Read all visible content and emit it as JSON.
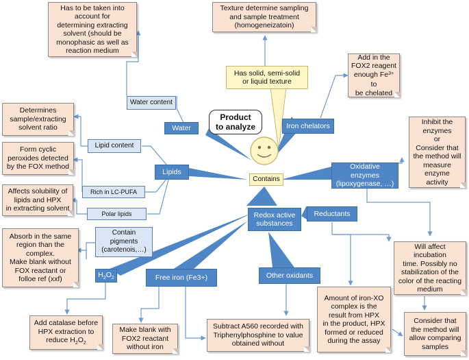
{
  "center": {
    "title": "Product\nto analyze",
    "hub": "Contains",
    "texture": "Has solid, semi-solid\nor liquid texture"
  },
  "branches": {
    "water": "Water",
    "water_content": "Water content",
    "lipids": "Lipids",
    "lipid_content": "Lipid content",
    "rich_lcpufa": "Rich in LC-PUFA",
    "polar_lipids": "Polar lipids",
    "iron_chelators": "Iron chelators",
    "oxidative_enzymes": "Oxidative enzymes\n(lipoxygenase, …)",
    "redox_active": "Redox active\nsubstances",
    "reductants": "Reductants",
    "pigments": "Contain\npigments\n(carotenois,…)",
    "h2o2_base": "H",
    "h2o2_sub1": "2",
    "h2o2_mid": "O",
    "h2o2_sub2": "2",
    "free_iron": "Free iron (Fe3+)",
    "other_oxidants": "Other oxidants"
  },
  "notes": {
    "water_solvent": "Has to be taken into\naccount for\ndetermining extracting\nsolvent (should be\nmonophasic as well as\nreaction medium",
    "texture_sampling": "Texture determine sampling\nand sample treatment\n(homogeneizatoin)",
    "fox2_before": "Add in the\nFOX2 reagent\nenough Fe",
    "fox2_sup": "3+",
    "fox2_after": " to\nbe chelated",
    "solvent_ratio": "Determines\nsample/extracting\nsolvent ratio",
    "cyclic_peroxides": "Form cyclic\nperoxides detected\nby the FOX method",
    "solubility": "Affects solubility of\nlipids and HPX\nin extracting solvent",
    "inhibit_enzymes": "Inhibit the\nenzymes\nor\nConsider that\nthe method will\nmeasure enzyme\nactivity",
    "absorb_blank": "Absorb in the same\nregion than the\ncomplex.\nMake blank without\nFOX reactant or\nfolloe ref (xxf)",
    "incubation": "Will affect incubation\ntime. Possibly no\nstabilization of the\ncolor of the reacting\nmedium",
    "catalase_before": "Add catalase before\nHPX extraction to\nreduce H",
    "catalase_sub1": "2",
    "catalase_mid": "O",
    "catalase_sub2": "2",
    "blank_fox2": "Make blank with\nFOX2 reactant\nwithout iron",
    "subtract_a560": "Subtract A560 recorded with\nTriphenylphosphine to value\nobtained without",
    "iron_xo": "Amount of iron-XO\ncomplex is the\nresult from HPX\nin the product, HPX\nformed or reduced\nduring the assay",
    "comparing": "Consider that\nthe method will\nallow comparing\nsamples"
  },
  "colors": {
    "note_fill": "#fbe3d3",
    "branch_blue": "#4f86c6",
    "light_blue": "#dbe6f4",
    "yellow": "#fff6c8",
    "connector": "#6a9bd1"
  }
}
